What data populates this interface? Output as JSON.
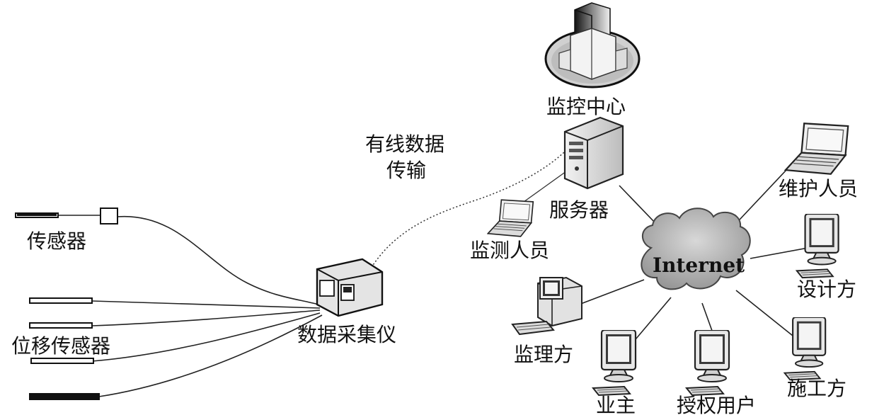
{
  "labels": {
    "monitoring_center": "监控中心",
    "wired_transfer_line1": "有线数据",
    "wired_transfer_line2": "传输",
    "server": "服务器",
    "monitoring_staff": "监测人员",
    "maintenance_staff": "维护人员",
    "internet": "Internet",
    "design_party": "设计方",
    "supervision_party": "监理方",
    "owner": "业主",
    "authorized_user": "授权用户",
    "construction_party": "施工方",
    "sensor": "传感器",
    "displacement_sensor": "位移传感器",
    "data_logger": "数据采集仪"
  },
  "icons": {
    "monitoring_center": "building-icon",
    "server": "server-icon",
    "laptop": "laptop-icon",
    "desktop": "desktop-computer-icon",
    "cloud": "cloud-icon",
    "data_logger": "data-logger-icon",
    "sensor": "sensor-probe-icon"
  },
  "colors": {
    "line": "#222222",
    "cloud": "#a8a8a8",
    "device_body": "#e6e6e6",
    "screen": "#333333"
  }
}
